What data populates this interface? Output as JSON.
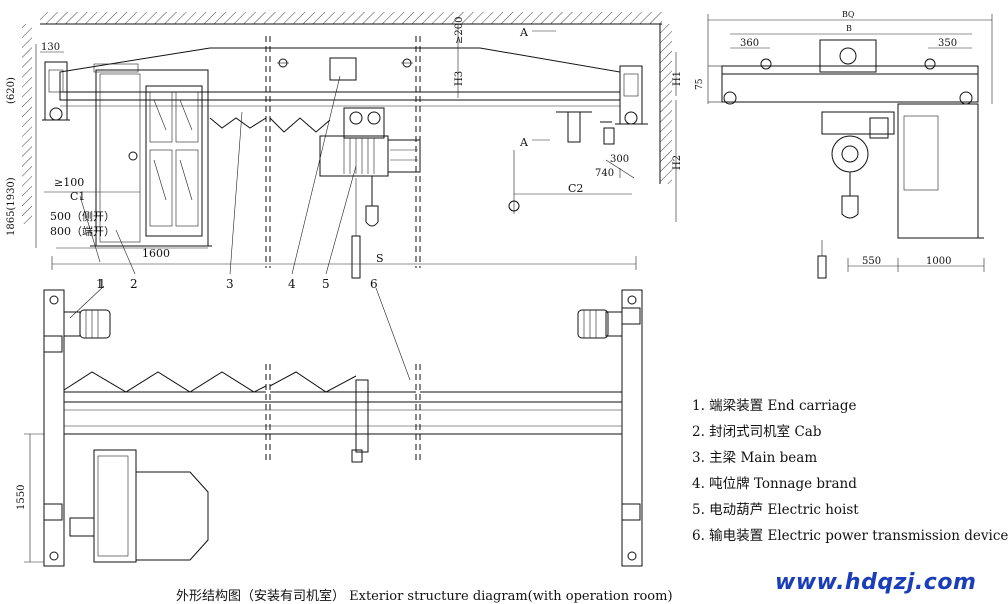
{
  "dimensions": {
    "d130": "130",
    "d620": "(620)",
    "d1865": "1865(1930)",
    "d100": "≥100",
    "c1": "C1",
    "d500": "500（侧开）",
    "d800": "800（端开）",
    "d1600": "1600",
    "s": "S",
    "c2": "C2",
    "d740": "740",
    "d300": "300",
    "h1": "H1",
    "h2": "H2",
    "h3": "H3",
    "d200": "≥200",
    "section_a": "A",
    "section_a2": "A",
    "bq": "BQ",
    "b": "B",
    "d360": "360",
    "d350": "350",
    "d75": "75",
    "d550": "550",
    "d1000": "1000",
    "d1550": "1550"
  },
  "callouts": [
    "1",
    "2",
    "3",
    "4",
    "5",
    "6"
  ],
  "legend": [
    "1. 端梁装置 End carriage",
    "2. 封闭式司机室 Cab",
    "3. 主梁 Main beam",
    "4. 吨位牌 Tonnage brand",
    "5. 电动葫芦 Electric hoist",
    "6. 输电装置 Electric power transmission device"
  ],
  "caption": "外形结构图（安装有司机室） Exterior structure diagram(with operation room)",
  "website": "www.hdqzj.com",
  "colors": {
    "website": "#1a3db8",
    "line": "#111111"
  }
}
